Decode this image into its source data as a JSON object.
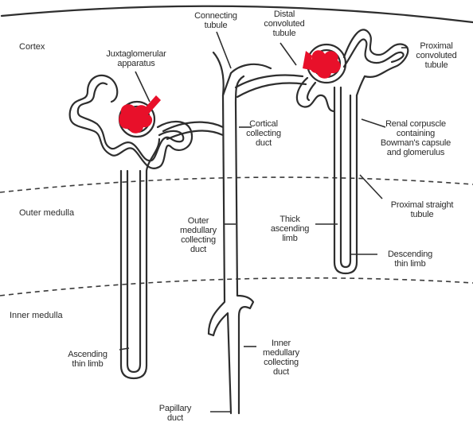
{
  "zones": {
    "cortex": "Cortex",
    "outer_medulla": "Outer medulla",
    "inner_medulla": "Inner medulla"
  },
  "labels": {
    "connecting_tubule": "Connecting\ntubule",
    "distal_convoluted_tubule": "Distal\nconvoluted\ntubule",
    "juxtaglomerular_apparatus": "Juxtaglomerular\napparatus",
    "proximal_convoluted_tubule": "Proximal\nconvoluted\ntubule",
    "cortical_collecting_duct": "Cortical\ncollecting\nduct",
    "renal_corpuscle": "Renal corpuscle\ncontaining\nBowman's capsule\nand glomerulus",
    "proximal_straight_tubule": "Proximal straight\ntubule",
    "outer_medullary_collecting_duct": "Outer\nmedullary\ncollecting\nduct",
    "thick_ascending_limb": "Thick\nascending\nlimb",
    "descending_thin_limb": "Descending\nthin limb",
    "ascending_thin_limb": "Ascending\nthin limb",
    "inner_medullary_collecting_duct": "Inner\nmedullary\ncollecting\nduct",
    "papillary_duct": "Papillary\nduct"
  },
  "colors": {
    "glomerulus": "#e8102a",
    "line": "#2e2e2e"
  }
}
